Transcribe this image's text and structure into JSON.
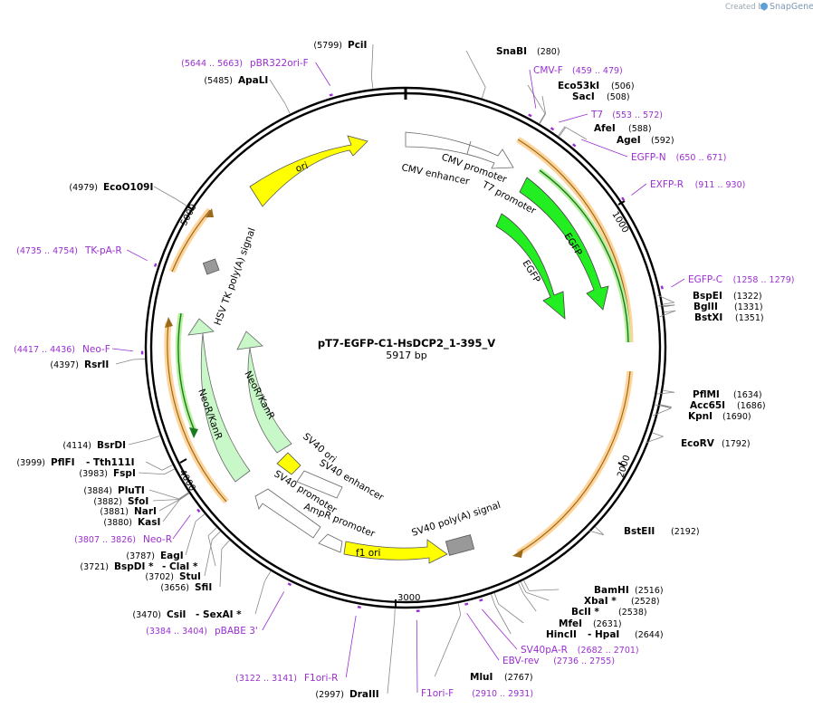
{
  "watermark": {
    "prefix": "Created by",
    "brand": "SnapGene"
  },
  "plasmid": {
    "name": "pT7-EGFP-C1-HsDCP2_1-395_V",
    "size_label": "5917 bp",
    "length": 5917
  },
  "tick_labels": [
    "1000",
    "2000",
    "3000",
    "4000",
    "5000"
  ],
  "colors": {
    "primer": "#9a2fd1",
    "yellow": "#ffff00",
    "green": "#22ee22",
    "light_green": "#c8f7c8",
    "orange": "#ffcc88",
    "grey": "#999999",
    "arrow_white": "#ffffff"
  },
  "sites": [
    {
      "name": "PciI",
      "pos": "(5799)"
    },
    {
      "name": "SnaBI",
      "pos": "(280)"
    },
    {
      "name": "ApaLI",
      "pos": "(5485)"
    },
    {
      "name": "Eco53kI",
      "pos": "(506)"
    },
    {
      "name": "SacI",
      "pos": "(508)"
    },
    {
      "name": "AfeI",
      "pos": "(588)"
    },
    {
      "name": "AgeI",
      "pos": "(592)"
    },
    {
      "name": "EcoO109I",
      "pos": "(4979)"
    },
    {
      "name": "BspEI",
      "pos": "(1322)"
    },
    {
      "name": "BglII",
      "pos": "(1331)"
    },
    {
      "name": "BstXI",
      "pos": "(1351)"
    },
    {
      "name": "RsrII",
      "pos": "(4397)"
    },
    {
      "name": "PflMI",
      "pos": "(1634)"
    },
    {
      "name": "Acc65I",
      "pos": "(1686)"
    },
    {
      "name": "KpnI",
      "pos": "(1690)"
    },
    {
      "name": "EcoRV",
      "pos": "(1792)"
    },
    {
      "name": "BsrDI",
      "pos": "(4114)"
    },
    {
      "name": "PflFI",
      "name2": "- Tth111I",
      "pos": "(3999)"
    },
    {
      "name": "FspI",
      "pos": "(3983)"
    },
    {
      "name": "PluTI",
      "pos": "(3884)"
    },
    {
      "name": "SfoI",
      "pos": "(3882)"
    },
    {
      "name": "NarI",
      "pos": "(3881)"
    },
    {
      "name": "KasI",
      "pos": "(3880)"
    },
    {
      "name": "BstEII",
      "pos": "(2192)"
    },
    {
      "name": "EagI",
      "pos": "(3787)"
    },
    {
      "name": "BspDI *",
      "name2": "- ClaI *",
      "pos": "(3721)"
    },
    {
      "name": "StuI",
      "pos": "(3702)"
    },
    {
      "name": "SfiI",
      "pos": "(3656)"
    },
    {
      "name": "BamHI",
      "pos": "(2516)"
    },
    {
      "name": "XbaI *",
      "pos": "(2528)"
    },
    {
      "name": "BclI *",
      "pos": "(2538)"
    },
    {
      "name": "MfeI",
      "pos": "(2631)"
    },
    {
      "name": "HincII",
      "name2": "- HpaI",
      "pos": "(2644)"
    },
    {
      "name": "CsiI",
      "name2": "- SexAI *",
      "pos": "(3470)"
    },
    {
      "name": "MluI",
      "pos": "(2767)"
    },
    {
      "name": "DraIII",
      "pos": "(2997)"
    }
  ],
  "primers": [
    {
      "name": "pBR322ori-F",
      "pos": "(5644 .. 5663)"
    },
    {
      "name": "CMV-F",
      "pos": "(459 .. 479)"
    },
    {
      "name": "T7",
      "pos": "(553 .. 572)"
    },
    {
      "name": "EGFP-N",
      "pos": "(650 .. 671)"
    },
    {
      "name": "EXFP-R",
      "pos": "(911 .. 930)"
    },
    {
      "name": "TK-pA-R",
      "pos": "(4735 .. 4754)"
    },
    {
      "name": "EGFP-C",
      "pos": "(1258 .. 1279)"
    },
    {
      "name": "Neo-F",
      "pos": "(4417 .. 4436)"
    },
    {
      "name": "Neo-R",
      "pos": "(3807 .. 3826)"
    },
    {
      "name": "pBABE 3'",
      "pos": "(3384 .. 3404)"
    },
    {
      "name": "SV40pA-R",
      "pos": "(2682 .. 2701)"
    },
    {
      "name": "EBV-rev",
      "pos": "(2736 .. 2755)"
    },
    {
      "name": "F1ori-R",
      "pos": "(3122 .. 3141)"
    },
    {
      "name": "F1ori-F",
      "pos": "(2910 .. 2931)"
    }
  ],
  "features": [
    {
      "label": "ori"
    },
    {
      "label": "CMV enhancer"
    },
    {
      "label": "CMV promoter"
    },
    {
      "label": "T7 promoter"
    },
    {
      "label": "EGFP"
    },
    {
      "label": "EGFP"
    },
    {
      "label": "HSV TK poly(A) signal"
    },
    {
      "label": "NeoR/KanR"
    },
    {
      "label": "NeoR/KanR"
    },
    {
      "label": "SV40 ori"
    },
    {
      "label": "SV40 enhancer"
    },
    {
      "label": "SV40 promoter"
    },
    {
      "label": "AmpR promoter"
    },
    {
      "label": "f1 ori"
    },
    {
      "label": "SV40 poly(A) signal"
    }
  ]
}
